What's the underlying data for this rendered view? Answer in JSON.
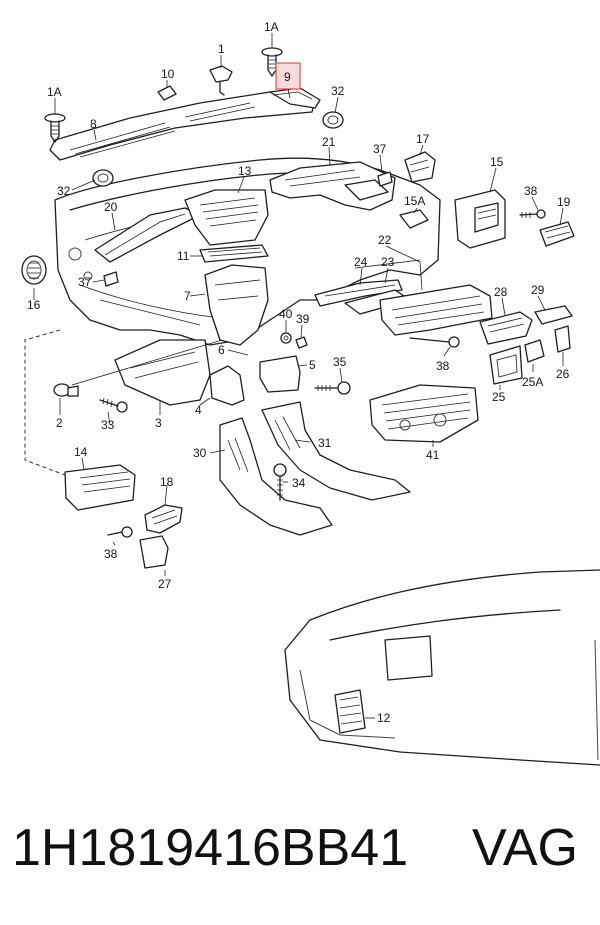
{
  "labels": {
    "l1A_top": "1A",
    "l1": "1",
    "l10": "10",
    "l9": "9",
    "l32_top": "32",
    "l1A_left": "1A",
    "l8": "8",
    "l32_left": "32",
    "l21": "21",
    "l37_top": "37",
    "l17": "17",
    "l15": "15",
    "l13": "13",
    "l15A": "15A",
    "l38_right": "38",
    "l19": "19",
    "l20": "20",
    "l22": "22",
    "l11": "11",
    "l24": "24",
    "l23": "23",
    "l37_left": "37",
    "l16": "16",
    "l7": "7",
    "l40": "40",
    "l39": "39",
    "l28": "28",
    "l29": "29",
    "l6": "6",
    "l5": "5",
    "l35": "35",
    "l38_mid": "38",
    "l2": "2",
    "l33": "33",
    "l3": "3",
    "l4": "4",
    "l26": "26",
    "l25A": "25A",
    "l25": "25",
    "l31": "31",
    "l30": "30",
    "l41": "41",
    "l14": "14",
    "l34": "34",
    "l18": "18",
    "l38_bottom": "38",
    "l27": "27",
    "l12": "12"
  },
  "footer": {
    "part_number": "1H1819416BB41",
    "brand": "VAG"
  },
  "highlight_color": "#e05050"
}
